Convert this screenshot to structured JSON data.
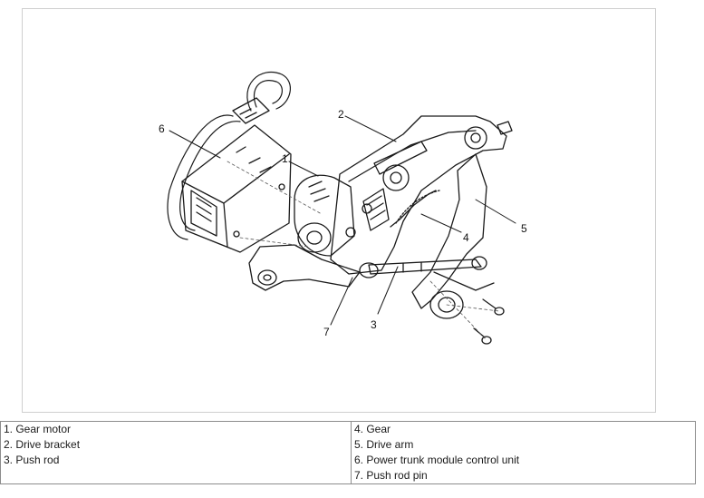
{
  "figure": {
    "callouts": [
      {
        "number": "1"
      },
      {
        "number": "2"
      },
      {
        "number": "3"
      },
      {
        "number": "4"
      },
      {
        "number": "5"
      },
      {
        "number": "6"
      },
      {
        "number": "7"
      }
    ]
  },
  "legend": {
    "rows": [
      {
        "left": "1. Gear motor",
        "right": "4. Gear"
      },
      {
        "left": "2. Drive bracket",
        "right": "5. Drive arm"
      },
      {
        "left": "3. Push rod",
        "right": "6. Power trunk module control unit"
      },
      {
        "left": "",
        "right": "7. Push rod pin"
      }
    ]
  }
}
